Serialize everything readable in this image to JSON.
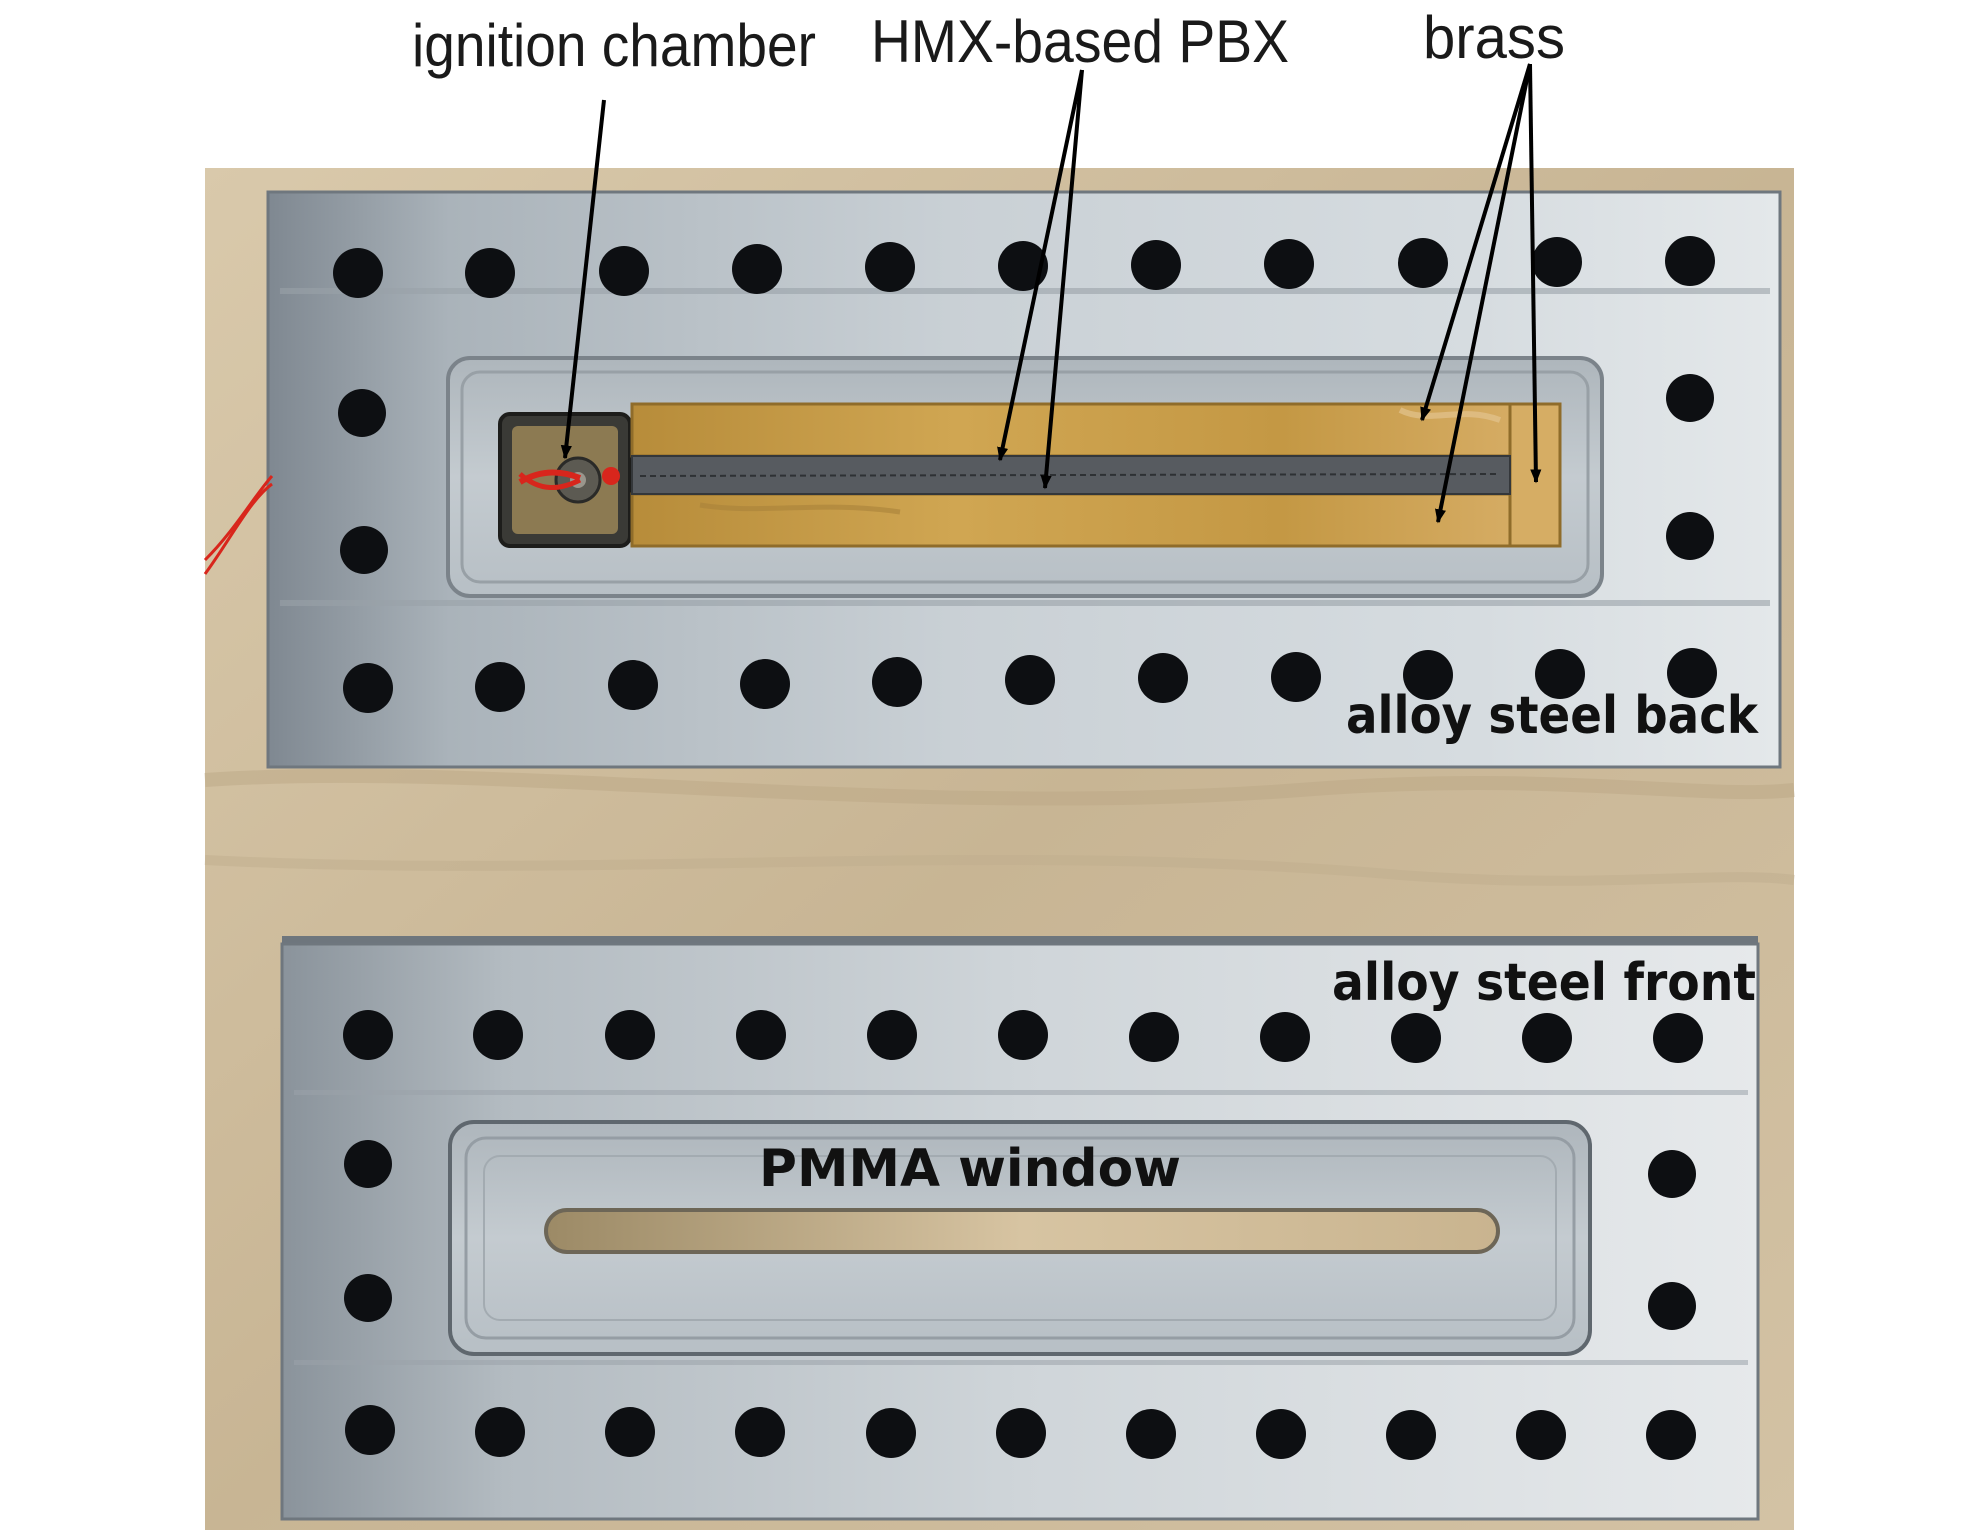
{
  "labels": {
    "ignition_chamber": "ignition chamber",
    "hmx_pbx": "HMX-based PBX",
    "brass": "brass",
    "back_plate": "alloy steel back",
    "front_plate": "alloy steel front",
    "window": "PMMA window"
  },
  "colors": {
    "cloth": "#cdbb9d",
    "steel": "#b9c1c7",
    "brass": "#c9a04e",
    "explosive": "#575b60",
    "hole": "#0d0f12",
    "arrow": "#000000",
    "wire": "#d8261c"
  },
  "back_plate": {
    "top_row_holes": 11,
    "bottom_row_holes": 11,
    "left_column_holes": 2,
    "right_column_holes": 2
  },
  "front_plate": {
    "top_row_holes": 11,
    "bottom_row_holes": 11,
    "left_column_holes": 2,
    "right_column_holes": 2
  }
}
